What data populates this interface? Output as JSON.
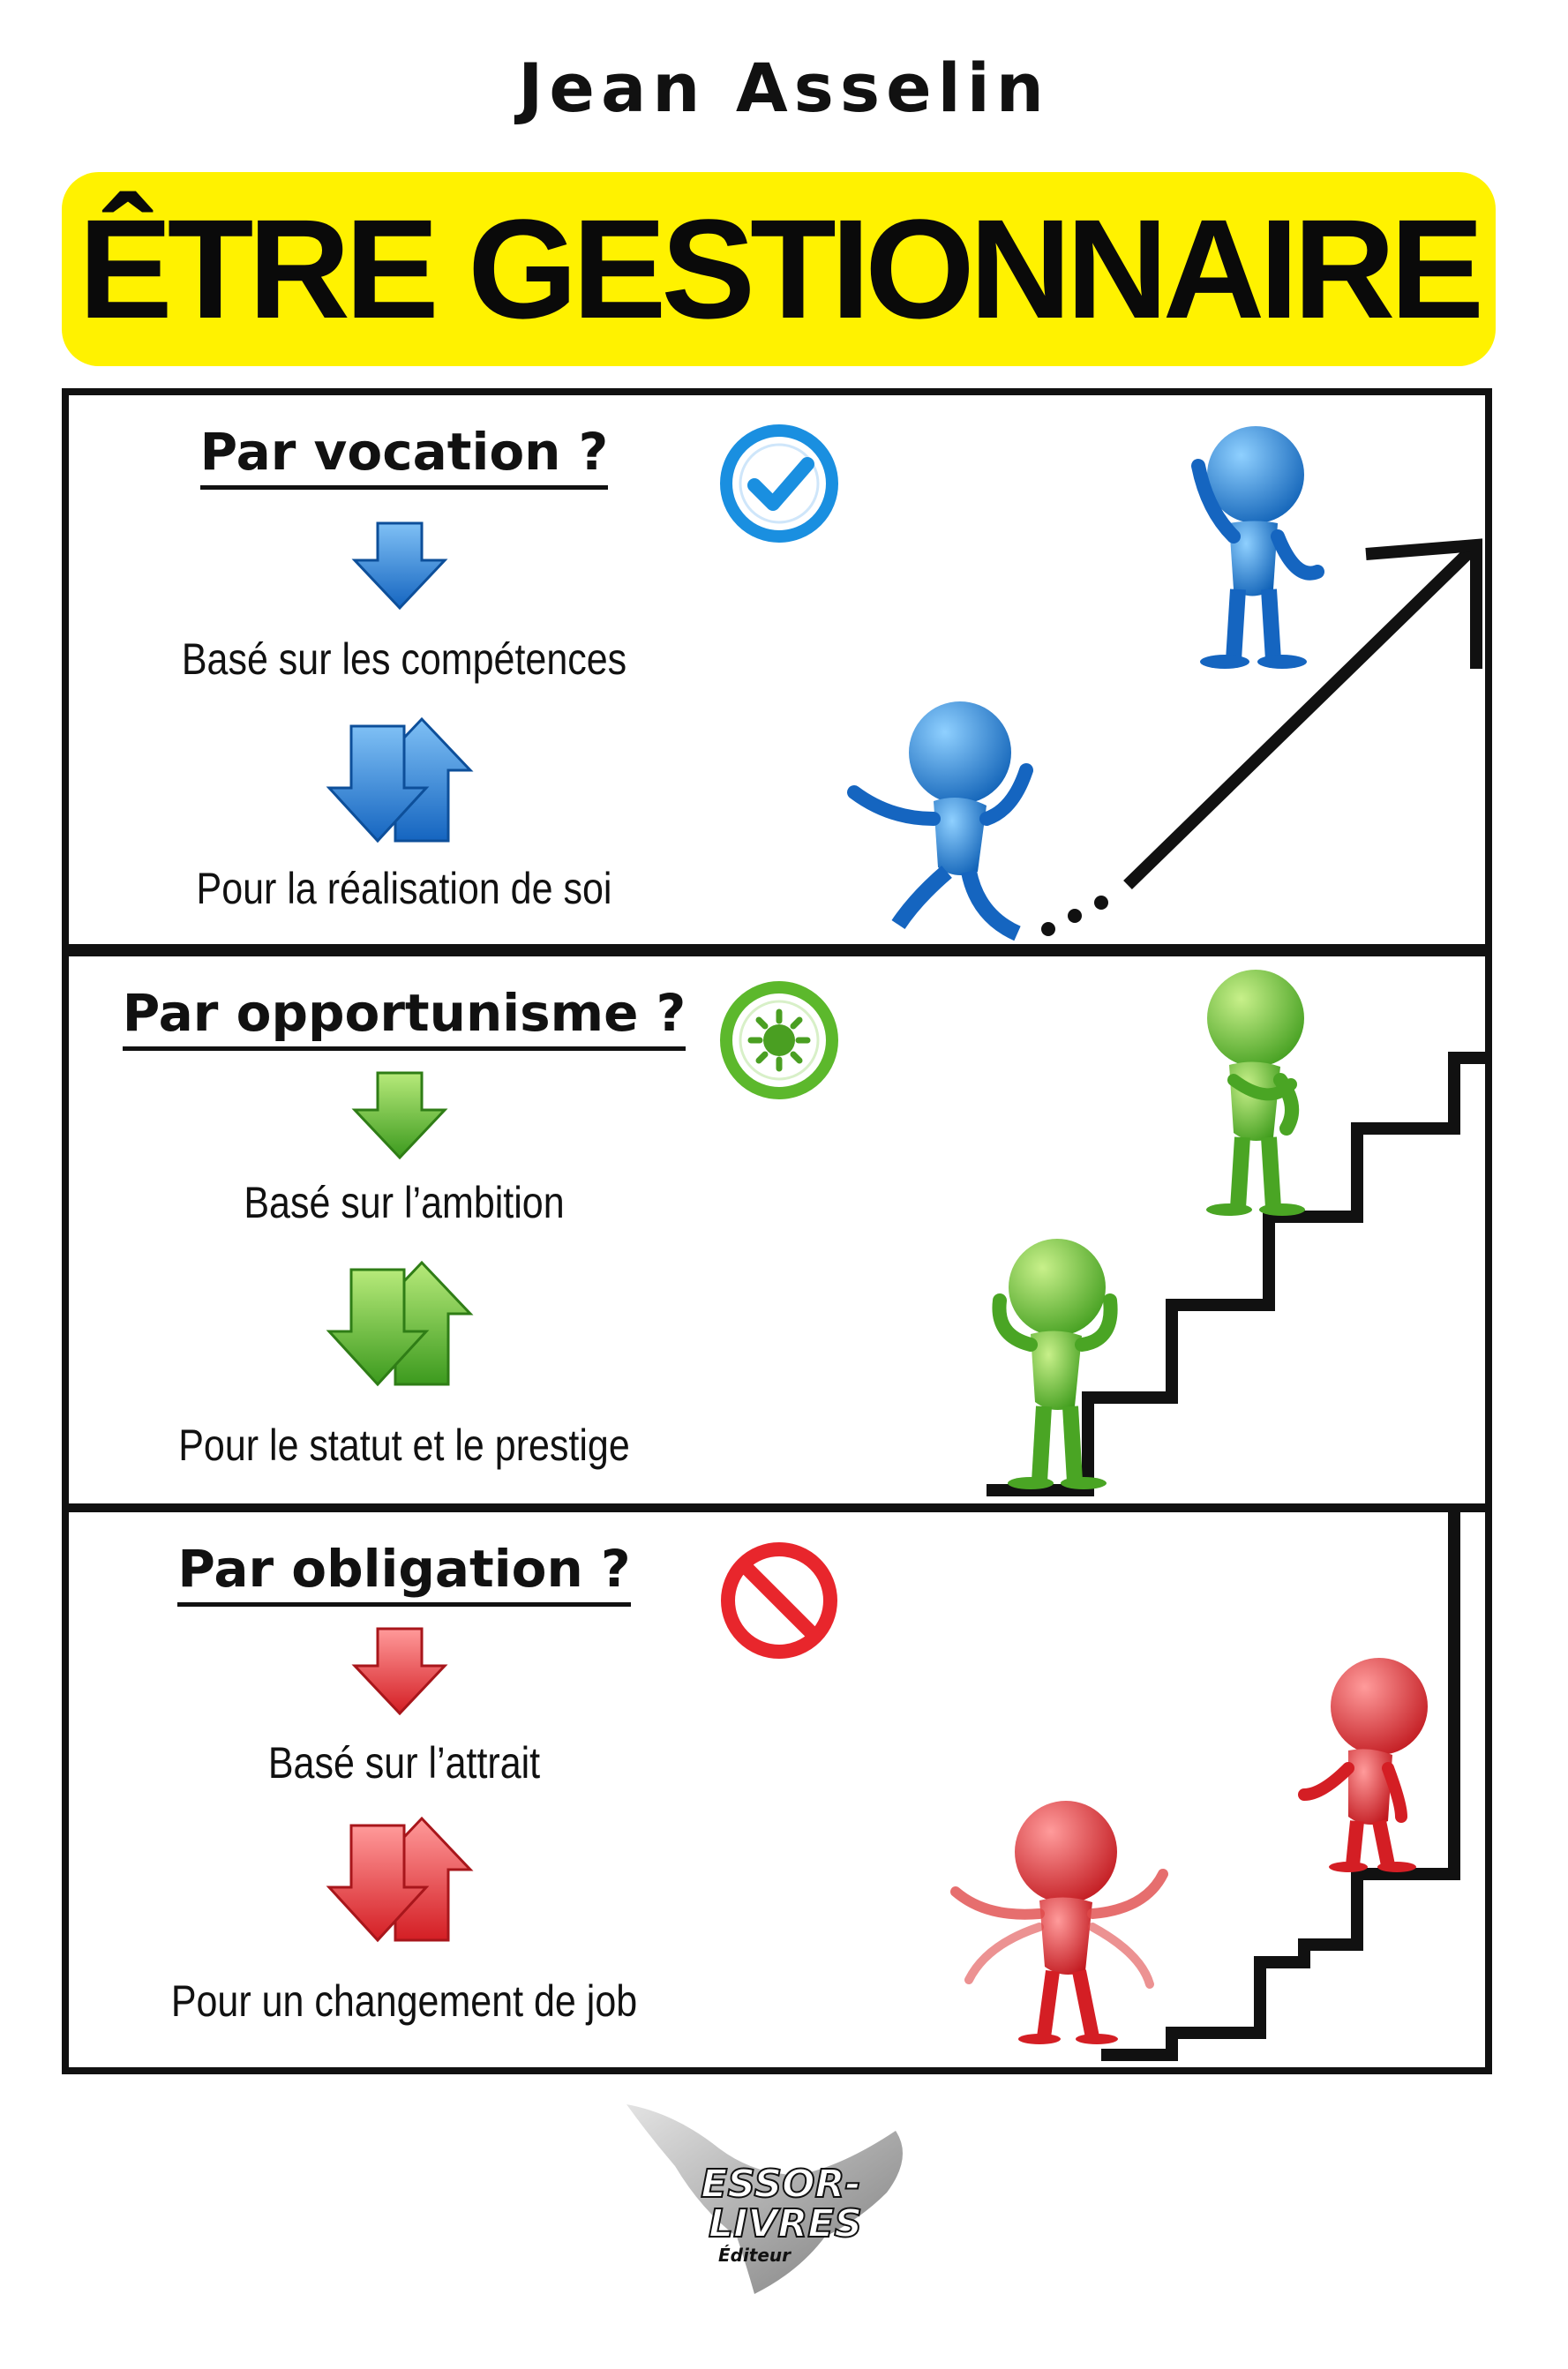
{
  "author": "Jean Asselin",
  "title": "ÊTRE GESTIONNAIRE !",
  "sections": [
    {
      "heading": "Par vocation ?",
      "line1": "Basé sur les compétences",
      "line2": "Pour la réalisation de soi",
      "color": "#1a6fc9",
      "status_icon": "check-icon"
    },
    {
      "heading": "Par opportunisme ?",
      "line1": "Basé sur l’ambition",
      "line2": "Pour le statut et le prestige",
      "color": "#5cb82c",
      "status_icon": "sun-badge-icon"
    },
    {
      "heading": "Par obligation ?",
      "line1": "Basé sur l’attrait",
      "line2": "Pour un changement de job",
      "color": "#e8262c",
      "status_icon": "no-entry-icon"
    }
  ],
  "publisher": {
    "name_line1": "ESSOR-",
    "name_line2": "LIVRES",
    "subtitle": "Éditeur"
  }
}
